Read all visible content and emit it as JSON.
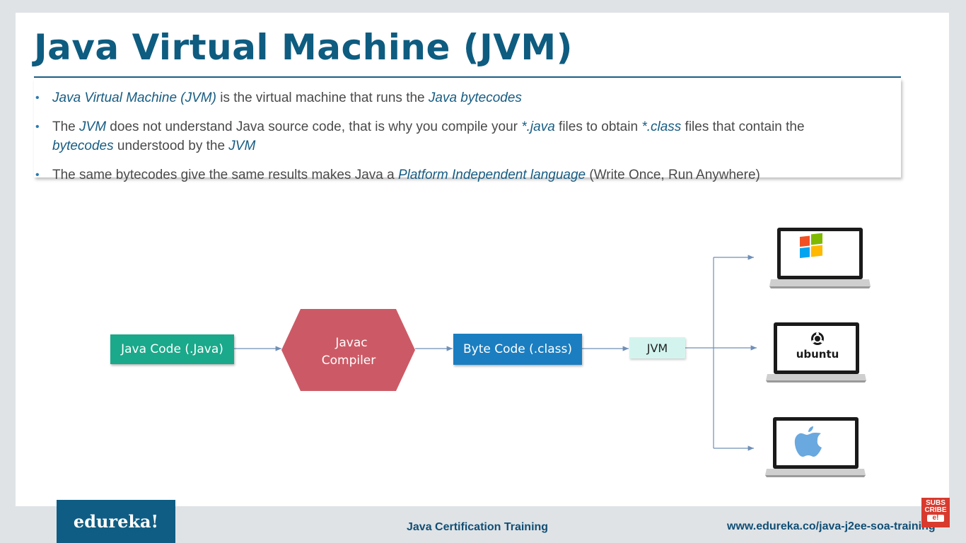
{
  "slide": {
    "title": "Java Virtual Machine (JVM)",
    "bullets": [
      {
        "parts": [
          {
            "text": "Java Virtual Machine (JVM)",
            "em": true
          },
          {
            "text": " is the virtual machine that runs the ",
            "em": false
          },
          {
            "text": "Java bytecodes",
            "em": true
          }
        ]
      },
      {
        "parts": [
          {
            "text": "The ",
            "em": false
          },
          {
            "text": "JVM",
            "em": true
          },
          {
            "text": " does not understand Java source code, that is why you compile your ",
            "em": false
          },
          {
            "text": "*.java",
            "em": true
          },
          {
            "text": " files to obtain ",
            "em": false
          },
          {
            "text": "*.class",
            "em": true
          },
          {
            "text": " files that contain the ",
            "em": false
          },
          {
            "text": "bytecodes",
            "em": true
          },
          {
            "text": " understood by the ",
            "em": false
          },
          {
            "text": "JVM",
            "em": true
          }
        ]
      },
      {
        "parts": [
          {
            "text": "The same bytecodes give the same results makes Java a ",
            "em": false
          },
          {
            "text": "Platform Independent language",
            "em": true
          },
          {
            "text": " (Write Once, Run Anywhere)",
            "em": false
          }
        ]
      }
    ]
  },
  "diagram": {
    "java_code": "Java Code (.Java)",
    "compiler_line1": "Javac",
    "compiler_line2": "Compiler",
    "byte_code": "Byte Code (.class)",
    "jvm": "JVM",
    "ubuntu_label": "ubuntu",
    "colors": {
      "java_code": "#1aa98a",
      "compiler": "#cc5a66",
      "byte_code": "#1b7ec0",
      "jvm": "#d3f4ee",
      "arrow": "#6f8fb8"
    },
    "platform_icons": [
      "windows-logo-icon",
      "ubuntu-logo-icon",
      "apple-logo-icon"
    ]
  },
  "footer": {
    "brand": "edureka!",
    "course": "Java Certification Training",
    "url": "www.edureka.co/java-j2ee-soa-training",
    "subscribe_line1": "SUBS",
    "subscribe_line2": "CRIBE",
    "subscribe_line3": "e!"
  }
}
